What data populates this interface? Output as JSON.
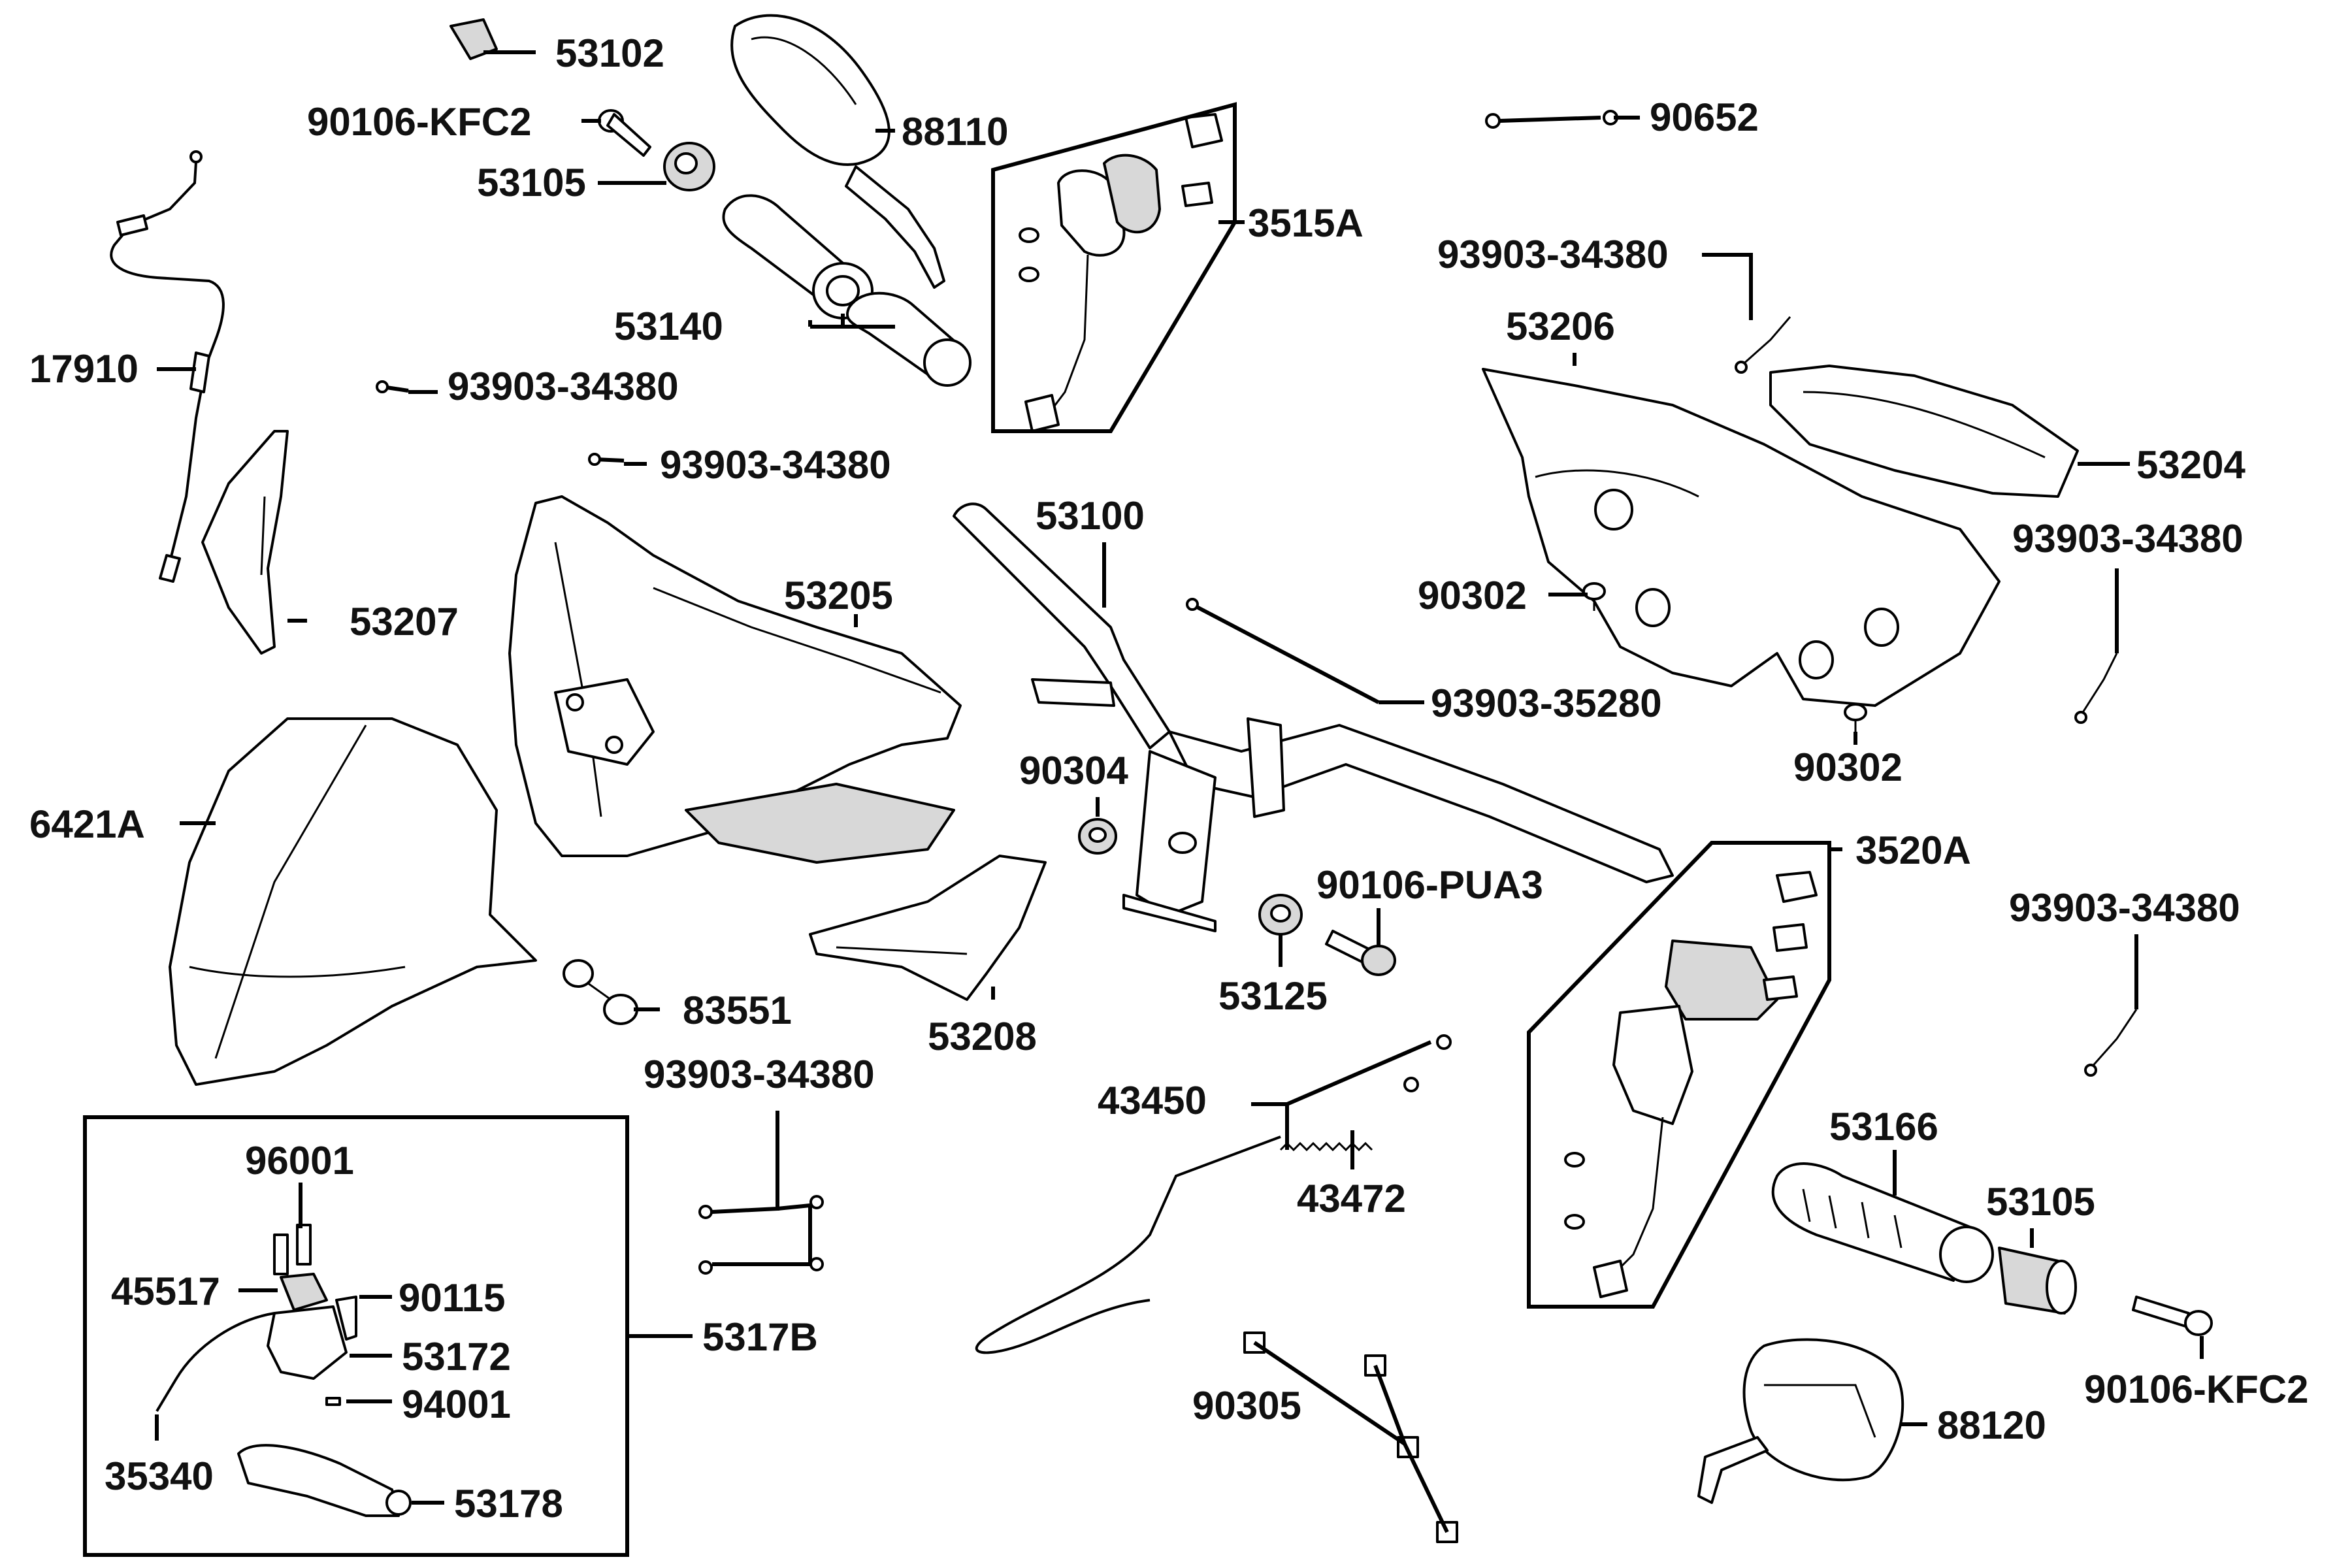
{
  "labels": {
    "p53102": "53102",
    "p90106_kfc2_top": "90106-KFC2",
    "p53105_top": "53105",
    "p88110": "88110",
    "p3515a": "3515A",
    "p90652": "90652",
    "p93903_34380_tr": "93903-34380",
    "p53206": "53206",
    "p53204": "53204",
    "p93903_34380_r": "93903-34380",
    "p90302_a": "90302",
    "p90302_b": "90302",
    "p93903_35280": "93903-35280",
    "p53140": "53140",
    "p17910": "17910",
    "p93903_34380_a": "93903-34380",
    "p93903_34380_b": "93903-34380",
    "p53100": "53100",
    "p53205": "53205",
    "p53207": "53207",
    "p6421a": "6421A",
    "p90304": "90304",
    "p90106_pua3": "90106-PUA3",
    "p53125": "53125",
    "p3520a": "3520A",
    "p93903_34380_rr": "93903-34380",
    "p83551": "83551",
    "p53208": "53208",
    "p93903_34380_bl": "93903-34380",
    "p43450": "43450",
    "p43472": "43472",
    "p53166": "53166",
    "p53105_bottom": "53105",
    "p90106_kfc2_bottom": "90106-KFC2",
    "p88120": "88120",
    "p90305": "90305",
    "p96001": "96001",
    "p45517": "45517",
    "p90115": "90115",
    "p53172": "53172",
    "p5317b": "5317B",
    "p94001": "94001",
    "p35340": "35340",
    "p53178": "53178"
  }
}
